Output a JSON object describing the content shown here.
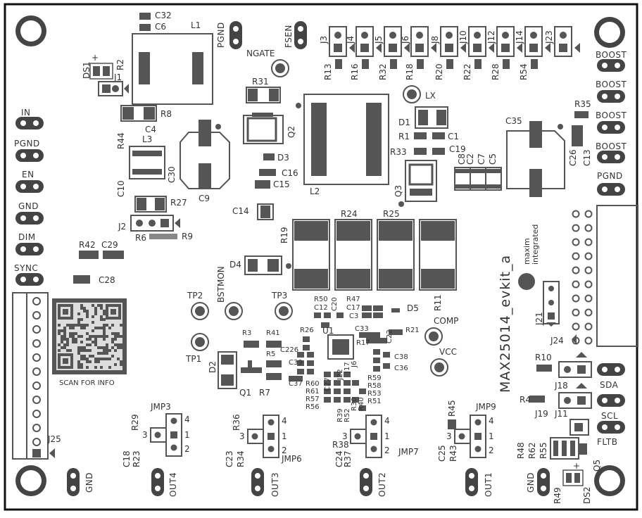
{
  "board": {
    "name_vertical": "MAX25014_evkit_a",
    "logo_brand_top": "maxim",
    "logo_brand_bottom": "integrated",
    "qr_caption": "SCAN FOR INFO"
  },
  "pad_labels": {
    "in": "IN",
    "pgnd_left": "PGND",
    "en": "EN",
    "gnd_left": "GND",
    "dim": "DIM",
    "sync": "SYNC",
    "boost1": "BOOST",
    "boost2": "BOOST",
    "boost3": "BOOST",
    "boost4": "BOOST",
    "pgnd_right": "PGND",
    "sda": "SDA",
    "scl": "SCL",
    "fltb": "FLTB",
    "gnd_bottom_left": "GND",
    "out4": "OUT4",
    "out3": "OUT3",
    "out2": "OUT2",
    "out1": "OUT1",
    "gnd_bottom_right": "GND"
  },
  "test_points": {
    "ngate": "NGATE",
    "fsen": "FSEN",
    "lx": "LX",
    "tp2": "TP2",
    "tp3": "TP3",
    "tp1": "TP1",
    "bstmon": "BSTMON",
    "comp": "COMP",
    "vcc": "VCC",
    "pgnd_top": "PGND"
  },
  "refdes": {
    "c32": "C32",
    "c6": "C6",
    "l1": "L1",
    "ds1": "DS1",
    "r2": "R2",
    "j1": "J1",
    "r8": "R8",
    "c4": "C4",
    "r44": "R44",
    "l3": "L3",
    "c10": "C10",
    "c30": "C30",
    "c9": "C9",
    "r27": "R27",
    "j2": "J2",
    "r6": "R6",
    "r9": "R9",
    "r42": "R42",
    "c29": "C29",
    "c28": "C28",
    "r31": "R31",
    "q2": "Q2",
    "d3": "D3",
    "c16": "C16",
    "c15": "C15",
    "l2": "L2",
    "c14": "C14",
    "d1": "D1",
    "r1": "R1",
    "c1": "C1",
    "r33": "R33",
    "c19": "C19",
    "c8": "C8",
    "c2": "C2",
    "c7": "C7",
    "c5": "C5",
    "q3": "Q3",
    "c35": "C35",
    "r35": "R35",
    "c26": "C26",
    "c13": "C13",
    "r19": "R19",
    "r24": "R24",
    "r25": "R25",
    "r11": "R11",
    "d4": "D4",
    "r50": "R50",
    "c12": "C12",
    "c20": "C20",
    "r47": "R47",
    "c17": "C17",
    "c3": "C3",
    "d5": "D5",
    "u1": "U1",
    "r26": "R26",
    "r17": "R17",
    "c33": "C33",
    "r21": "R21",
    "c22": "C22",
    "c226": "C226",
    "c39": "C39",
    "c38": "C38",
    "c36": "C36",
    "r3": "R3",
    "r41": "R41",
    "r5": "R5",
    "c37": "C37",
    "r60": "R60",
    "r61": "R61",
    "r57": "R57",
    "r56": "R56",
    "c27": "C27",
    "j22": "J22",
    "j17": "J17",
    "j6": "J6",
    "r59": "R59",
    "r58": "R58",
    "r53": "R53",
    "r51": "R51",
    "r39": "R39",
    "r52": "R52",
    "r30": "R30",
    "r40": "R40",
    "d2": "D2",
    "q1": "Q1",
    "r7": "R7",
    "j21": "J21",
    "j24": "J24",
    "r10": "R10",
    "j18": "J18",
    "r4": "R4",
    "j19": "J19",
    "j11": "J11",
    "r45": "R45",
    "jmp9": "JMP9",
    "jmp7": "JMP7",
    "jmp6": "JMP6",
    "jmp3": "JMP3",
    "r29": "R29",
    "c18": "C18",
    "r23": "R23",
    "r36": "R36",
    "c23": "C23",
    "r34": "R34",
    "r38": "R38",
    "c24": "C24",
    "r37": "R37",
    "c25": "C25",
    "r43": "R43",
    "r48": "R48",
    "r62": "R62",
    "r55": "R55",
    "q5": "Q5",
    "r49": "R49",
    "ds2": "DS2",
    "j25": "J25",
    "plus1": "+",
    "plus2": "+"
  },
  "header_row": {
    "labels": [
      "J3",
      "J4",
      "J5",
      "J6",
      "J8",
      "J10",
      "J12",
      "J14",
      "J23"
    ],
    "resistors": [
      "R13",
      "R16",
      "R32",
      "R18",
      "R20",
      "R22",
      "R28",
      "R54"
    ]
  },
  "jumper_pins": {
    "p1": "1",
    "p2": "2",
    "p3": "3",
    "p4": "4"
  },
  "colors": {
    "silk": "#555555",
    "copper_pad": "#555555",
    "board_bg": "#ffffff",
    "outline": "#111111"
  }
}
